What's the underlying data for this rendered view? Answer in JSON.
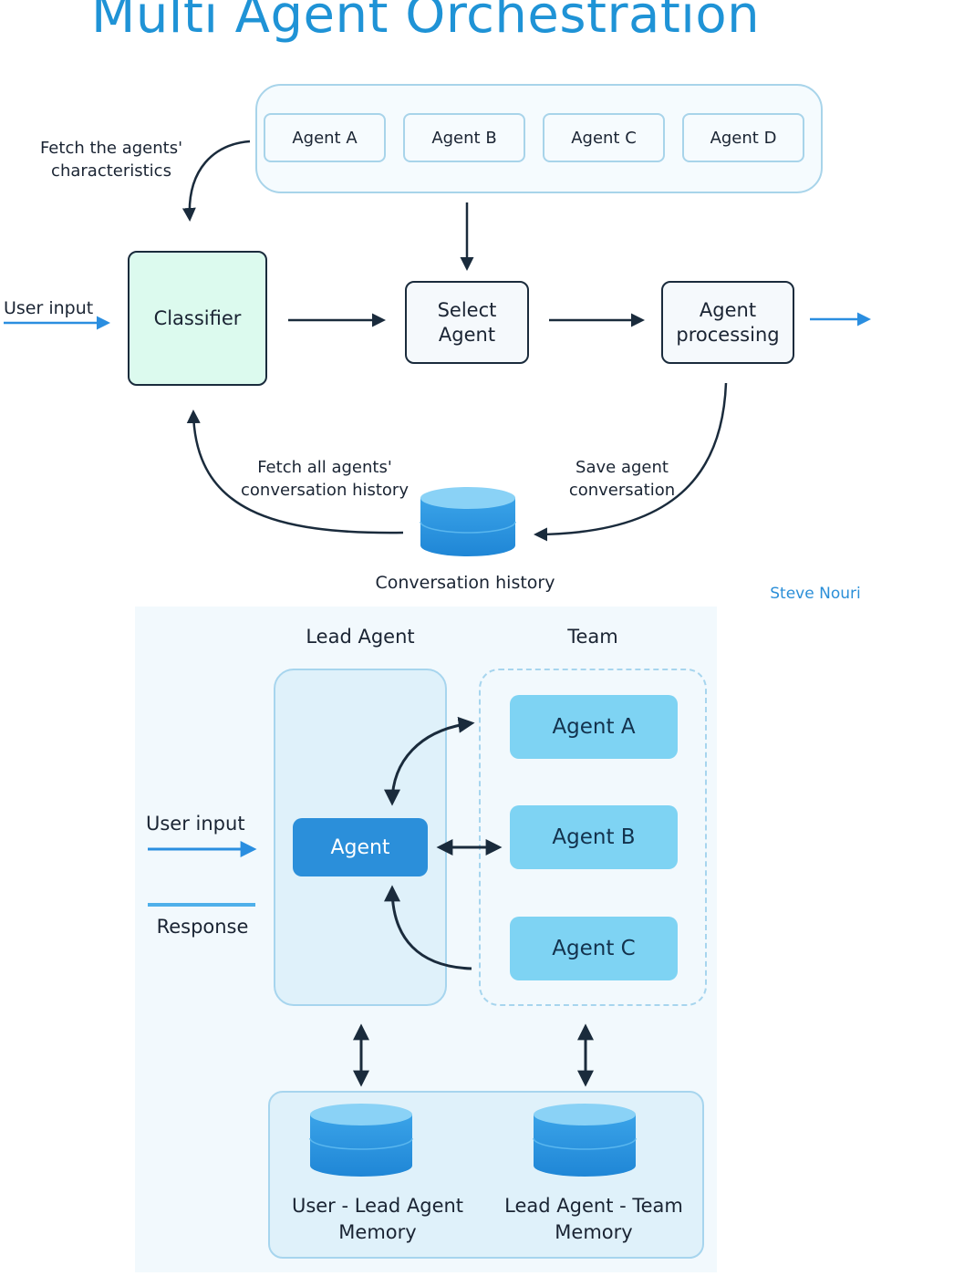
{
  "title": "Multi Agent Orchestration",
  "top": {
    "agents": [
      "Agent A",
      "Agent B",
      "Agent C",
      "Agent D"
    ],
    "fetch_characteristics": "Fetch the agents' characteristics",
    "user_input": "User input",
    "classifier": "Classifier",
    "select_agent": "Select Agent",
    "agent_processing": "Agent processing",
    "fetch_history": "Fetch all agents' conversation history",
    "save_conversation": "Save agent conversation",
    "conversation_history": "Conversation history"
  },
  "author": "Steve Nouri",
  "bottom": {
    "lead_agent_header": "Lead Agent",
    "team_header": "Team",
    "user_input": "User input",
    "response": "Response",
    "agent": "Agent",
    "team_agents": [
      "Agent A",
      "Agent B",
      "Agent C"
    ],
    "memory_user_lead": "User - Lead Agent Memory",
    "memory_lead_team": "Lead Agent - Team Memory"
  },
  "colors": {
    "title_blue": "#1f93d6",
    "classifier_fill": "#dcfaee",
    "agent_dark": "#2b8fda",
    "team_agent": "#7ed3f3",
    "arrow_dark": "#1a2b3c",
    "arrow_blue": "#2a8ee0"
  }
}
